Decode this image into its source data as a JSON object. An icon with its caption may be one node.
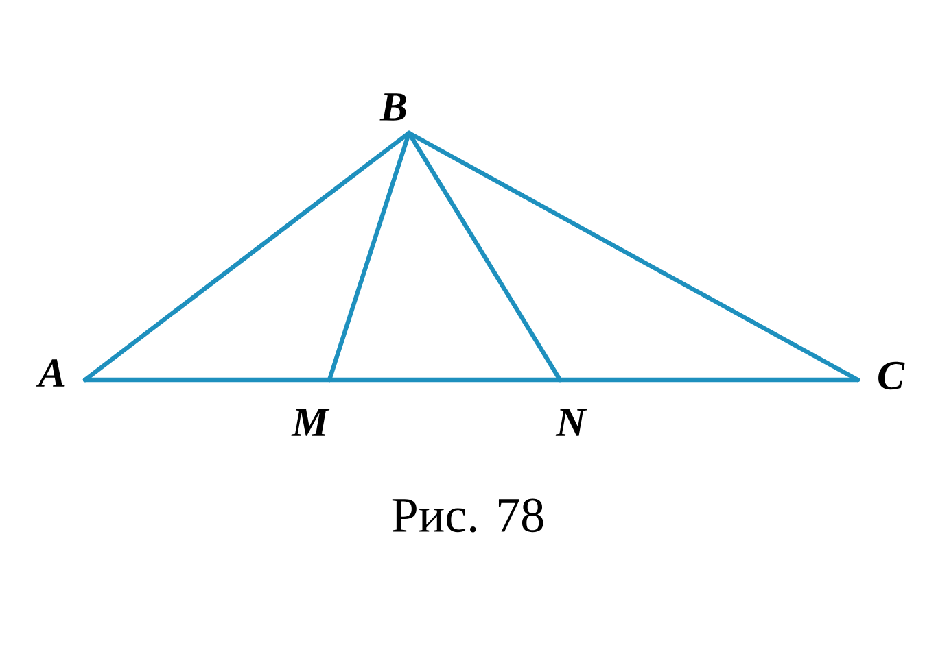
{
  "diagram": {
    "caption": "Рис. 78",
    "nodes": [
      {
        "text": [
          "A"
        ]
      },
      {
        "text": [
          "B"
        ]
      },
      {
        "text": [
          "C"
        ]
      },
      {
        "text": [
          "M"
        ]
      },
      {
        "text": [
          "N"
        ]
      }
    ],
    "edges": [
      {
        "from": 0,
        "to": 1,
        "arrow": "none"
      },
      {
        "from": 1,
        "to": 2,
        "arrow": "none"
      },
      {
        "from": 0,
        "to": 3,
        "arrow": "none"
      },
      {
        "from": 3,
        "to": 4,
        "arrow": "none"
      },
      {
        "from": 4,
        "to": 2,
        "arrow": "none"
      },
      {
        "from": 1,
        "to": 3,
        "arrow": "none"
      },
      {
        "from": 1,
        "to": 4,
        "arrow": "none"
      }
    ]
  }
}
